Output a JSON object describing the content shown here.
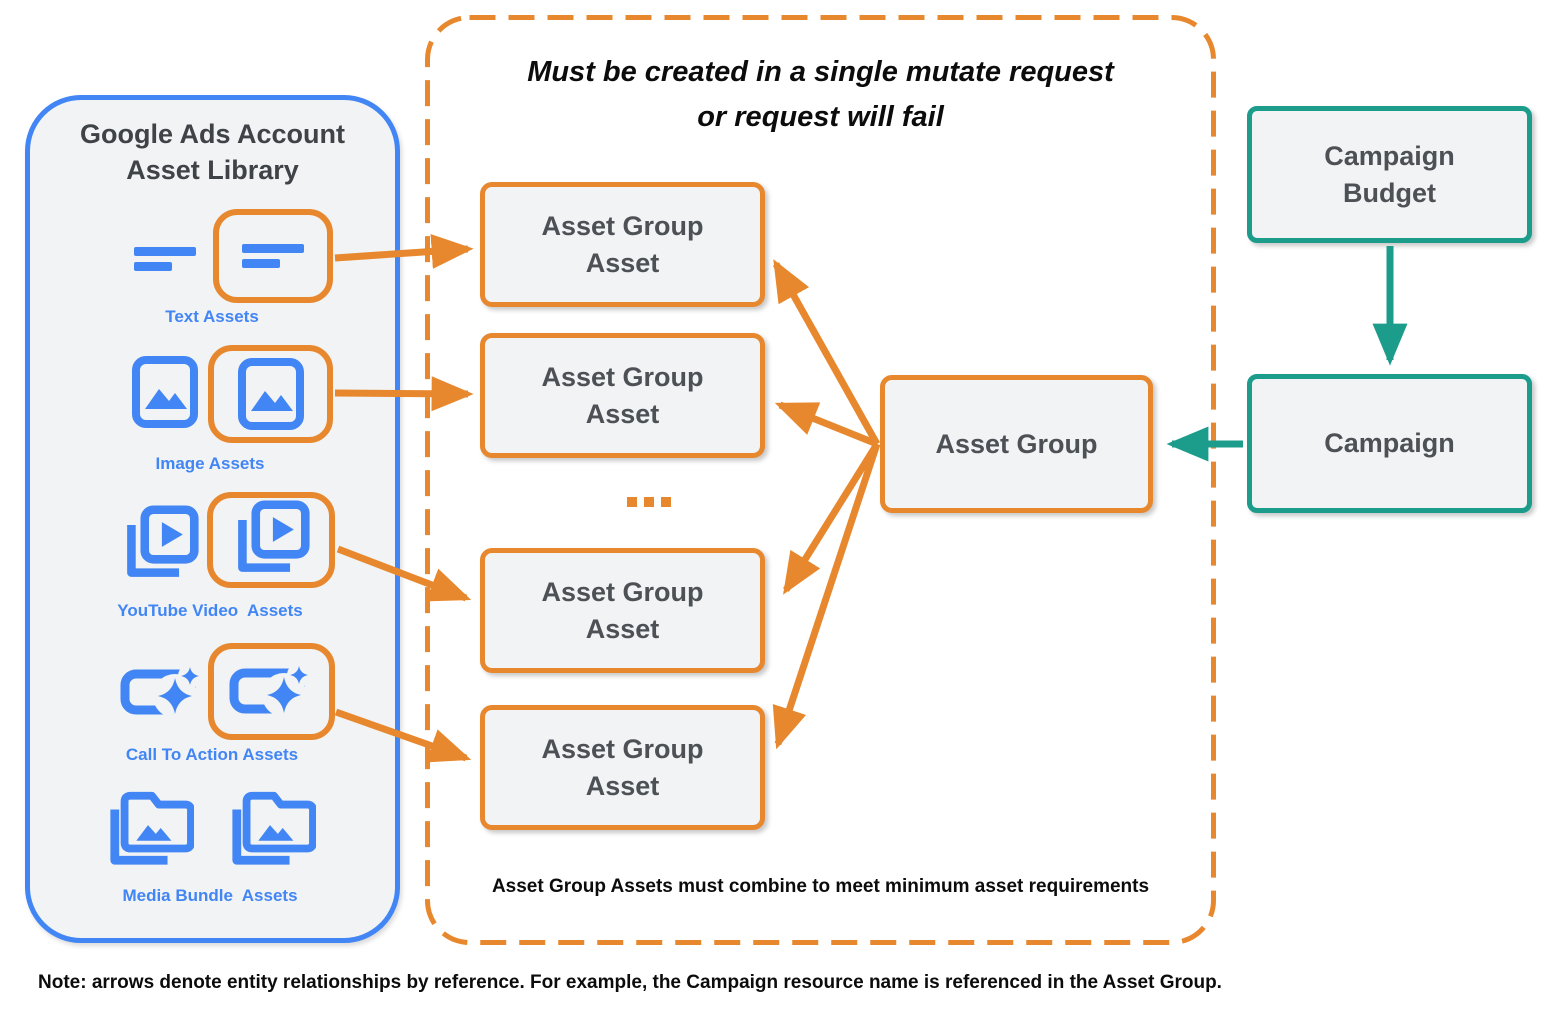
{
  "colors": {
    "blue": "#4285f4",
    "orange": "#e8882e",
    "teal": "#1c9c8b",
    "box_fill": "#f1f3f4",
    "box_text": "#4d5156",
    "title_text": "#3f4347",
    "black_text": "#0c0c0c"
  },
  "library": {
    "title": "Google Ads Account\nAsset Library",
    "items": [
      {
        "label": "Text Assets",
        "icon": "text-asset-icon"
      },
      {
        "label": "Image Assets",
        "icon": "image-asset-icon"
      },
      {
        "label": "YouTube Video  Assets",
        "icon": "youtube-video-asset-icon"
      },
      {
        "label": "Call To Action Assets",
        "icon": "call-to-action-asset-icon"
      },
      {
        "label": "Media Bundle  Assets",
        "icon": "media-bundle-asset-icon"
      }
    ]
  },
  "mutate_group": {
    "title": "Must be created in a single mutate request\nor request will fail",
    "asset_boxes": [
      "Asset Group\nAsset",
      "Asset Group\nAsset",
      "Asset Group\nAsset",
      "Asset Group\nAsset"
    ],
    "ellipsis": "...",
    "footnote": "Asset Group Assets must combine to meet minimum asset requirements"
  },
  "entities": {
    "asset_group": "Asset Group",
    "campaign_budget": "Campaign\nBudget",
    "campaign": "Campaign"
  },
  "note": "Note: arrows denote entity relationships by reference. For example, the Campaign resource name is referenced in the Asset Group."
}
